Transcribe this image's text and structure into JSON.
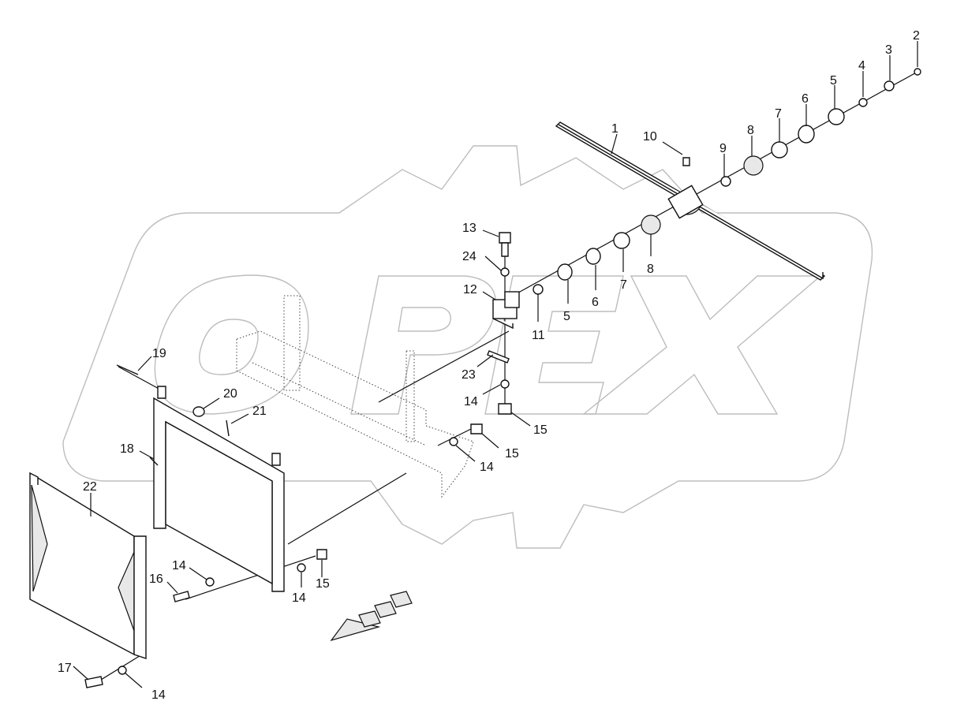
{
  "diagram": {
    "watermark_text": "OPEX",
    "callouts": [
      {
        "id": "c1",
        "text": "1"
      },
      {
        "id": "c2",
        "text": "2"
      },
      {
        "id": "c3",
        "text": "3"
      },
      {
        "id": "c4",
        "text": "4"
      },
      {
        "id": "c5a",
        "text": "5"
      },
      {
        "id": "c6a",
        "text": "6"
      },
      {
        "id": "c7a",
        "text": "7"
      },
      {
        "id": "c8a",
        "text": "8"
      },
      {
        "id": "c9",
        "text": "9"
      },
      {
        "id": "c10",
        "text": "10"
      },
      {
        "id": "c8b",
        "text": "8"
      },
      {
        "id": "c7b",
        "text": "7"
      },
      {
        "id": "c6b",
        "text": "6"
      },
      {
        "id": "c5b",
        "text": "5"
      },
      {
        "id": "c11",
        "text": "11"
      },
      {
        "id": "c12",
        "text": "12"
      },
      {
        "id": "c13",
        "text": "13"
      },
      {
        "id": "c24",
        "text": "24"
      },
      {
        "id": "c23",
        "text": "23"
      },
      {
        "id": "c14a",
        "text": "14"
      },
      {
        "id": "c15a",
        "text": "15"
      },
      {
        "id": "c15b",
        "text": "15"
      },
      {
        "id": "c14b",
        "text": "14"
      },
      {
        "id": "c19",
        "text": "19"
      },
      {
        "id": "c20",
        "text": "20"
      },
      {
        "id": "c21",
        "text": "21"
      },
      {
        "id": "c18",
        "text": "18"
      },
      {
        "id": "c22",
        "text": "22"
      },
      {
        "id": "c14c",
        "text": "14"
      },
      {
        "id": "c16",
        "text": "16"
      },
      {
        "id": "c14d",
        "text": "14"
      },
      {
        "id": "c15c",
        "text": "15"
      },
      {
        "id": "c17",
        "text": "17"
      },
      {
        "id": "c14e",
        "text": "14"
      }
    ]
  }
}
